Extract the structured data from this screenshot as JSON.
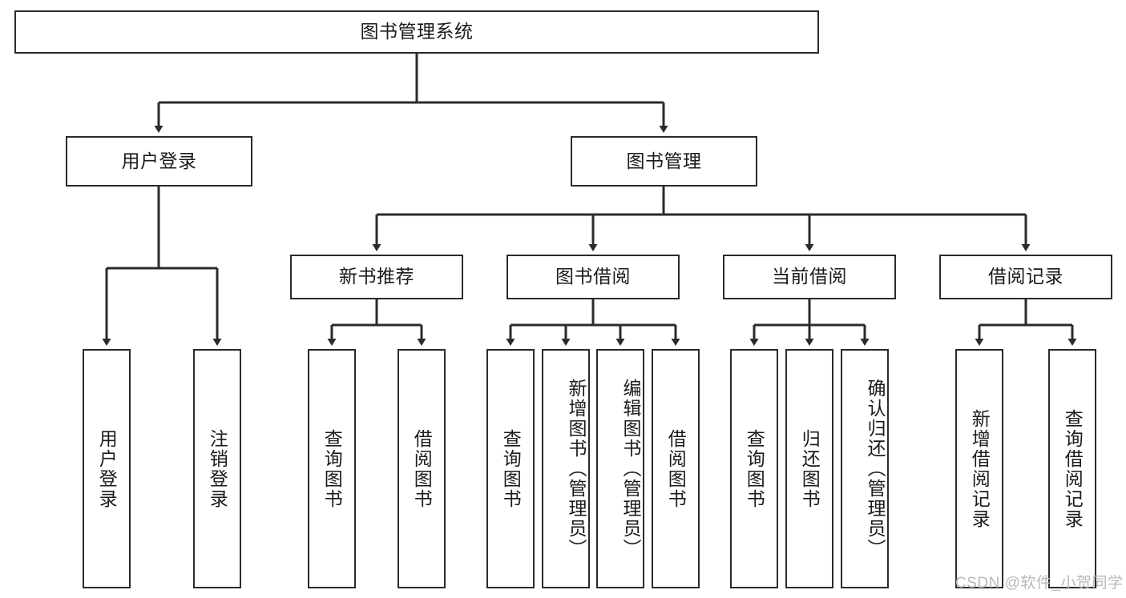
{
  "diagram": {
    "title": "图书管理系统",
    "type": "tree-hierarchy-chart",
    "root": {
      "label": "图书管理系统"
    },
    "level1": [
      {
        "label": "用户登录"
      },
      {
        "label": "图书管理"
      }
    ],
    "level2": [
      {
        "label": "新书推荐"
      },
      {
        "label": "图书借阅"
      },
      {
        "label": "当前借阅"
      },
      {
        "label": "借阅记录"
      }
    ],
    "leaves": {
      "user_login": [
        {
          "label": "用户登录"
        },
        {
          "label": "注销登录"
        }
      ],
      "new_book_recommend": [
        {
          "label": "查询图书"
        },
        {
          "label": "借阅图书"
        }
      ],
      "book_borrow": [
        {
          "label": "查询图书"
        },
        {
          "label": "新增图书（管理员）"
        },
        {
          "label": "编辑图书（管理员）"
        },
        {
          "label": "借阅图书"
        }
      ],
      "current_borrow": [
        {
          "label": "查询图书"
        },
        {
          "label": "归还图书"
        },
        {
          "label": "确认归还（管理员）"
        }
      ],
      "borrow_record": [
        {
          "label": "新增借阅记录"
        },
        {
          "label": "查询借阅记录"
        }
      ]
    }
  },
  "watermark": {
    "text": "CSDN @软件_小贺同学"
  },
  "colors": {
    "stroke": "#2b2b2b",
    "text": "#1b1b1b",
    "background": "#ffffff",
    "watermark": "#b9b9b9"
  }
}
